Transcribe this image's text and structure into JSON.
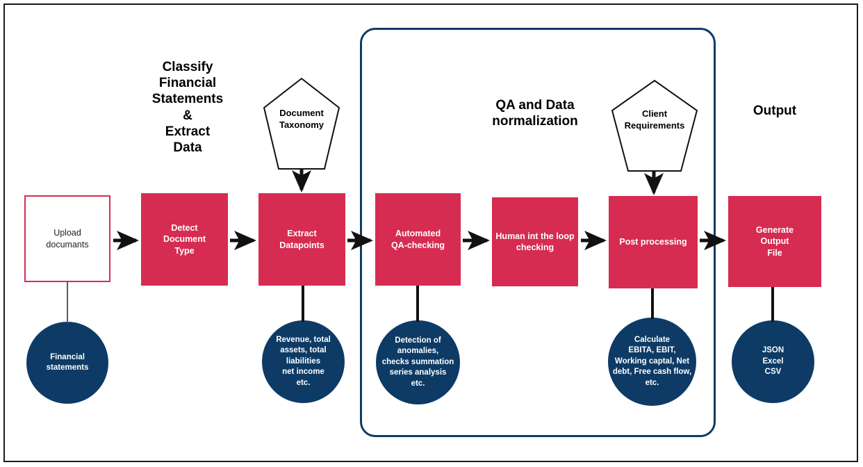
{
  "diagram": {
    "title_hidden": "",
    "colors": {
      "process_red": "#d62c52",
      "data_blue": "#0d3b66",
      "frame_black": "#1a1a1a",
      "connector_gray": "#5a5a5a",
      "connector_black": "#111111"
    },
    "sections": [
      {
        "id": "classify",
        "label": "Classify\nFinancial\nStatements\n&\nExtract\nData"
      },
      {
        "id": "qa",
        "label": "QA and Data\nnormalization"
      },
      {
        "id": "output",
        "label": "Output"
      }
    ],
    "inputs": [
      {
        "id": "document-taxonomy",
        "label": "Document\nTaxonomy"
      },
      {
        "id": "client-requirements",
        "label": "Client\nRequirements"
      }
    ],
    "start": {
      "id": "upload-documents",
      "label": "Upload\ndocumants"
    },
    "steps": [
      {
        "id": "detect-document-type",
        "label": "Detect\nDocument\nType"
      },
      {
        "id": "extract-datapoints",
        "label": "Extract\nDatapoints"
      },
      {
        "id": "automated-qa-checking",
        "label": "Automated\nQA-checking"
      },
      {
        "id": "human-in-the-loop-checking",
        "label": "Human int the loop\nchecking"
      },
      {
        "id": "post-processing",
        "label": "Post processing"
      },
      {
        "id": "generate-output-file",
        "label": "Generate\nOutput\nFile"
      }
    ],
    "artifacts": [
      {
        "id": "financial-statements",
        "label": "Financial\nstatements"
      },
      {
        "id": "extracted-datapoints",
        "label": "Revenue, total\nassets, total\nliabilities\nnet income\netc."
      },
      {
        "id": "qa-results",
        "label": "Detection of\nanomalies,\nchecks summation\nseries analysis\netc."
      },
      {
        "id": "calculated-metrics",
        "label": "Calculate\nEBITA, EBIT,\nWorking captal, Net\ndebt, Free cash flow,\netc."
      },
      {
        "id": "output-formats",
        "label": "JSON\nExcel\nCSV"
      }
    ]
  }
}
